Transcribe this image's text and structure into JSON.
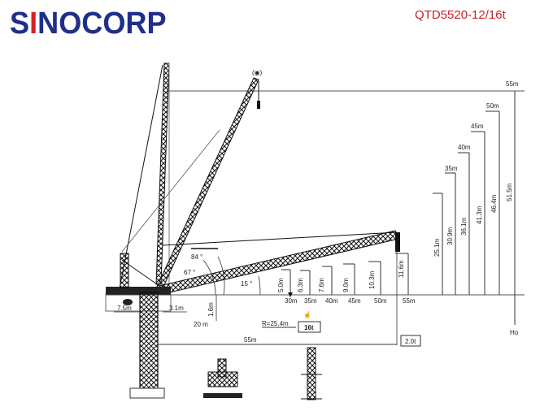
{
  "header": {
    "logo": {
      "part1": "S",
      "part2": "I",
      "part3": "NOC",
      "part4": "ORP",
      "full": "SINOCORP"
    },
    "model": "QTD5520-12/16t"
  },
  "colors": {
    "brand_blue": "#1f2f8a",
    "brand_red": "#d62027",
    "model_red": "#c8202a",
    "line": "#333333"
  },
  "diagram": {
    "max_height_label": "55m",
    "jib_angles": [
      "84 °",
      "67 °",
      "15 °"
    ],
    "tail": {
      "counter_jib": "7.5m",
      "offset": "3.1m",
      "height_offset": "1.6m",
      "min_radius": "20 m"
    },
    "horizontal_jib": {
      "radii": [
        "30m",
        "35m",
        "40m",
        "45m",
        "50m",
        "55m"
      ],
      "heights": [
        "5.0m",
        "6.3m",
        "7.6m",
        "9.0m",
        "10.3m",
        "11.6m"
      ]
    },
    "raised_jib": {
      "radii": [
        "35m",
        "40m",
        "45m",
        "50m",
        "55m"
      ],
      "heights": [
        "25.1m",
        "30.9m",
        "36.1m",
        "41.3m",
        "46.4m",
        "51.5m"
      ],
      "top_label": "55m"
    },
    "load": {
      "radius": "R=25.4m",
      "max_load": "16t",
      "tip_load": "2.0t",
      "jib_length": "55m"
    },
    "ho_label": "Ho"
  }
}
